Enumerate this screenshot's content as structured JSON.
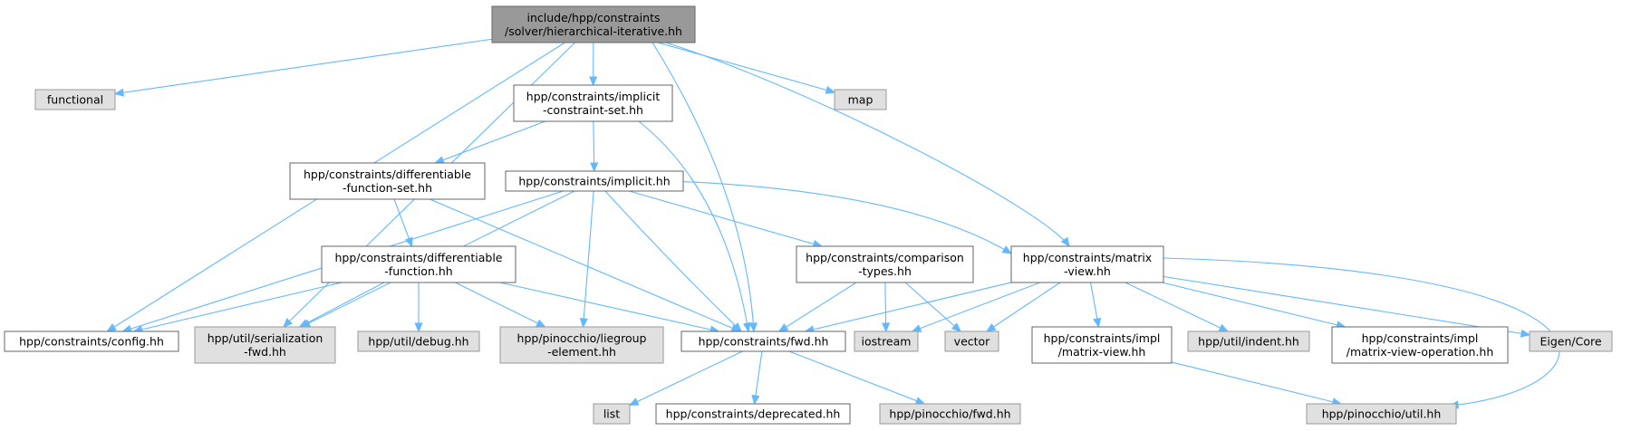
{
  "colors": {
    "root_fill": "#999999",
    "root_stroke": "#666666",
    "documented_fill": "#ffffff",
    "documented_stroke": "#666666",
    "external_fill": "#e0e0e0",
    "external_stroke": "#999999",
    "edge": "#63b8ff"
  },
  "nodes": [
    {
      "id": "root",
      "kind": "root",
      "lines": [
        "include/hpp/constraints",
        "/solver/hierarchical-iterative.hh"
      ]
    },
    {
      "id": "functional",
      "kind": "external",
      "lines": [
        "functional"
      ]
    },
    {
      "id": "implicit_constraint_set",
      "kind": "documented",
      "lines": [
        "hpp/constraints/implicit",
        "-constraint-set.hh"
      ]
    },
    {
      "id": "map",
      "kind": "external",
      "lines": [
        "map"
      ]
    },
    {
      "id": "diff_function_set",
      "kind": "documented",
      "lines": [
        "hpp/constraints/differentiable",
        "-function-set.hh"
      ]
    },
    {
      "id": "implicit",
      "kind": "documented",
      "lines": [
        "hpp/constraints/implicit.hh"
      ]
    },
    {
      "id": "diff_function",
      "kind": "documented",
      "lines": [
        "hpp/constraints/differentiable",
        "-function.hh"
      ]
    },
    {
      "id": "comparison_types",
      "kind": "documented",
      "lines": [
        "hpp/constraints/comparison",
        "-types.hh"
      ]
    },
    {
      "id": "matrix_view",
      "kind": "documented",
      "lines": [
        "hpp/constraints/matrix",
        "-view.hh"
      ]
    },
    {
      "id": "config",
      "kind": "documented",
      "lines": [
        "hpp/constraints/config.hh"
      ]
    },
    {
      "id": "serialization_fwd",
      "kind": "external",
      "lines": [
        "hpp/util/serialization",
        "-fwd.hh"
      ]
    },
    {
      "id": "debug",
      "kind": "external",
      "lines": [
        "hpp/util/debug.hh"
      ]
    },
    {
      "id": "liegroup_element",
      "kind": "external",
      "lines": [
        "hpp/pinocchio/liegroup",
        "-element.hh"
      ]
    },
    {
      "id": "fwd",
      "kind": "documented",
      "lines": [
        "hpp/constraints/fwd.hh"
      ]
    },
    {
      "id": "iostream",
      "kind": "external",
      "lines": [
        "iostream"
      ]
    },
    {
      "id": "vector",
      "kind": "external",
      "lines": [
        "vector"
      ]
    },
    {
      "id": "impl_matrix_view",
      "kind": "documented",
      "lines": [
        "hpp/constraints/impl",
        "/matrix-view.hh"
      ]
    },
    {
      "id": "indent",
      "kind": "external",
      "lines": [
        "hpp/util/indent.hh"
      ]
    },
    {
      "id": "impl_matrix_view_operation",
      "kind": "documented",
      "lines": [
        "hpp/constraints/impl",
        "/matrix-view-operation.hh"
      ]
    },
    {
      "id": "eigen_core",
      "kind": "external",
      "lines": [
        "Eigen/Core"
      ]
    },
    {
      "id": "list",
      "kind": "external",
      "lines": [
        "list"
      ]
    },
    {
      "id": "deprecated",
      "kind": "documented",
      "lines": [
        "hpp/constraints/deprecated.hh"
      ]
    },
    {
      "id": "pinocchio_fwd",
      "kind": "external",
      "lines": [
        "hpp/pinocchio/fwd.hh"
      ]
    },
    {
      "id": "pinocchio_util",
      "kind": "external",
      "lines": [
        "hpp/pinocchio/util.hh"
      ]
    }
  ],
  "edges": [
    [
      "root",
      "functional"
    ],
    [
      "root",
      "implicit_constraint_set"
    ],
    [
      "root",
      "map"
    ],
    [
      "root",
      "config"
    ],
    [
      "root",
      "serialization_fwd"
    ],
    [
      "root",
      "fwd"
    ],
    [
      "root",
      "matrix_view"
    ],
    [
      "implicit_constraint_set",
      "diff_function_set"
    ],
    [
      "implicit_constraint_set",
      "implicit"
    ],
    [
      "implicit_constraint_set",
      "fwd"
    ],
    [
      "diff_function_set",
      "diff_function"
    ],
    [
      "diff_function_set",
      "fwd"
    ],
    [
      "implicit",
      "config"
    ],
    [
      "implicit",
      "serialization_fwd"
    ],
    [
      "implicit",
      "liegroup_element"
    ],
    [
      "implicit",
      "fwd"
    ],
    [
      "implicit",
      "comparison_types"
    ],
    [
      "implicit",
      "matrix_view"
    ],
    [
      "diff_function",
      "config"
    ],
    [
      "diff_function",
      "serialization_fwd"
    ],
    [
      "diff_function",
      "debug"
    ],
    [
      "diff_function",
      "liegroup_element"
    ],
    [
      "diff_function",
      "fwd"
    ],
    [
      "comparison_types",
      "fwd"
    ],
    [
      "comparison_types",
      "iostream"
    ],
    [
      "comparison_types",
      "vector"
    ],
    [
      "matrix_view",
      "fwd"
    ],
    [
      "matrix_view",
      "iostream"
    ],
    [
      "matrix_view",
      "vector"
    ],
    [
      "matrix_view",
      "impl_matrix_view"
    ],
    [
      "matrix_view",
      "indent"
    ],
    [
      "matrix_view",
      "impl_matrix_view_operation"
    ],
    [
      "matrix_view",
      "eigen_core"
    ],
    [
      "matrix_view",
      "pinocchio_util"
    ],
    [
      "impl_matrix_view",
      "pinocchio_util"
    ],
    [
      "fwd",
      "list"
    ],
    [
      "fwd",
      "deprecated"
    ],
    [
      "fwd",
      "pinocchio_fwd"
    ]
  ]
}
